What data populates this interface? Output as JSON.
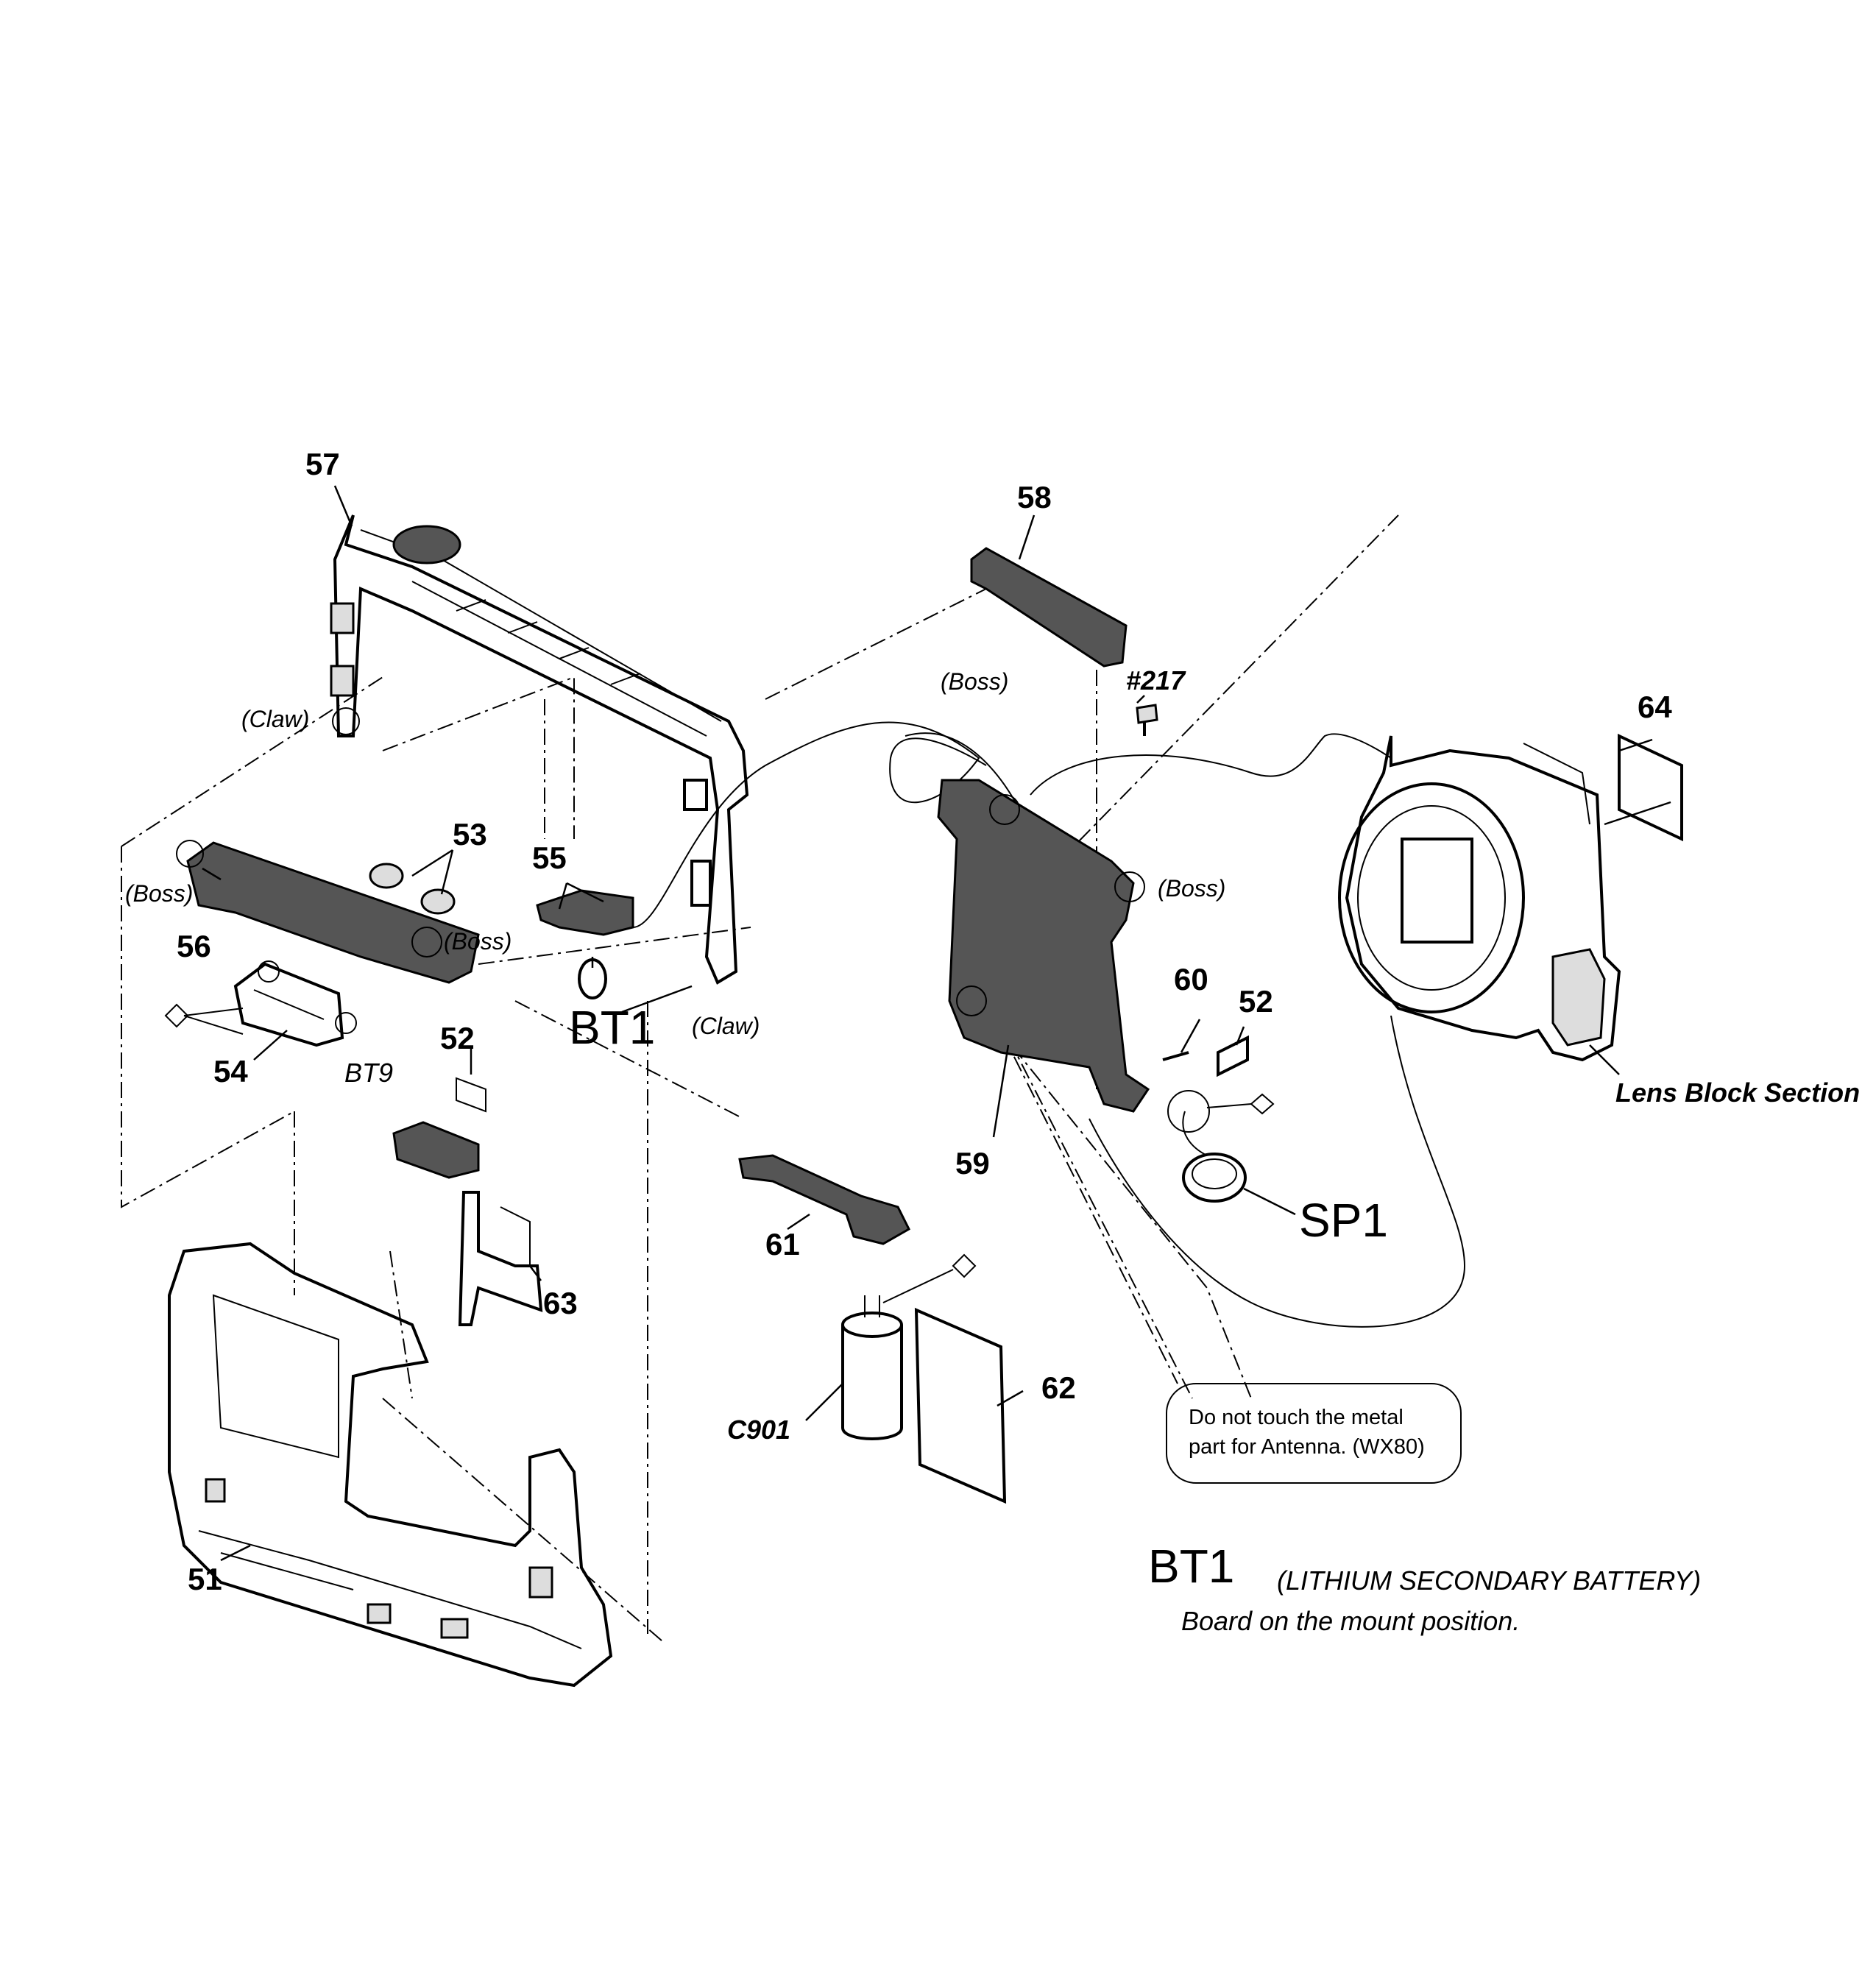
{
  "labels": {
    "p51": "51",
    "p52a": "52",
    "p52b": "52",
    "p53": "53",
    "p54": "54",
    "p55": "55",
    "p56": "56",
    "p57": "57",
    "p58": "58",
    "p59": "59",
    "p60": "60",
    "p61": "61",
    "p62": "62",
    "p63": "63",
    "p64": "64",
    "screw217": "#217",
    "bt1": "BT1",
    "bt9": "BT9",
    "c901": "C901",
    "sp1": "SP1"
  },
  "annotations": {
    "claw_top": "(Claw)",
    "claw_bottom": "(Claw)",
    "boss_left": "(Boss)",
    "boss_mid": "(Boss)",
    "boss_top": "(Boss)",
    "boss_right": "(Boss)",
    "lens_block": "Lens Block Section"
  },
  "note_box": {
    "line1": "Do not touch the metal",
    "line2": "part for Antenna. (WX80)"
  },
  "legend": {
    "code": "BT1",
    "description": "(LITHIUM SECONDARY BATTERY)",
    "note": "Board on the mount position."
  }
}
